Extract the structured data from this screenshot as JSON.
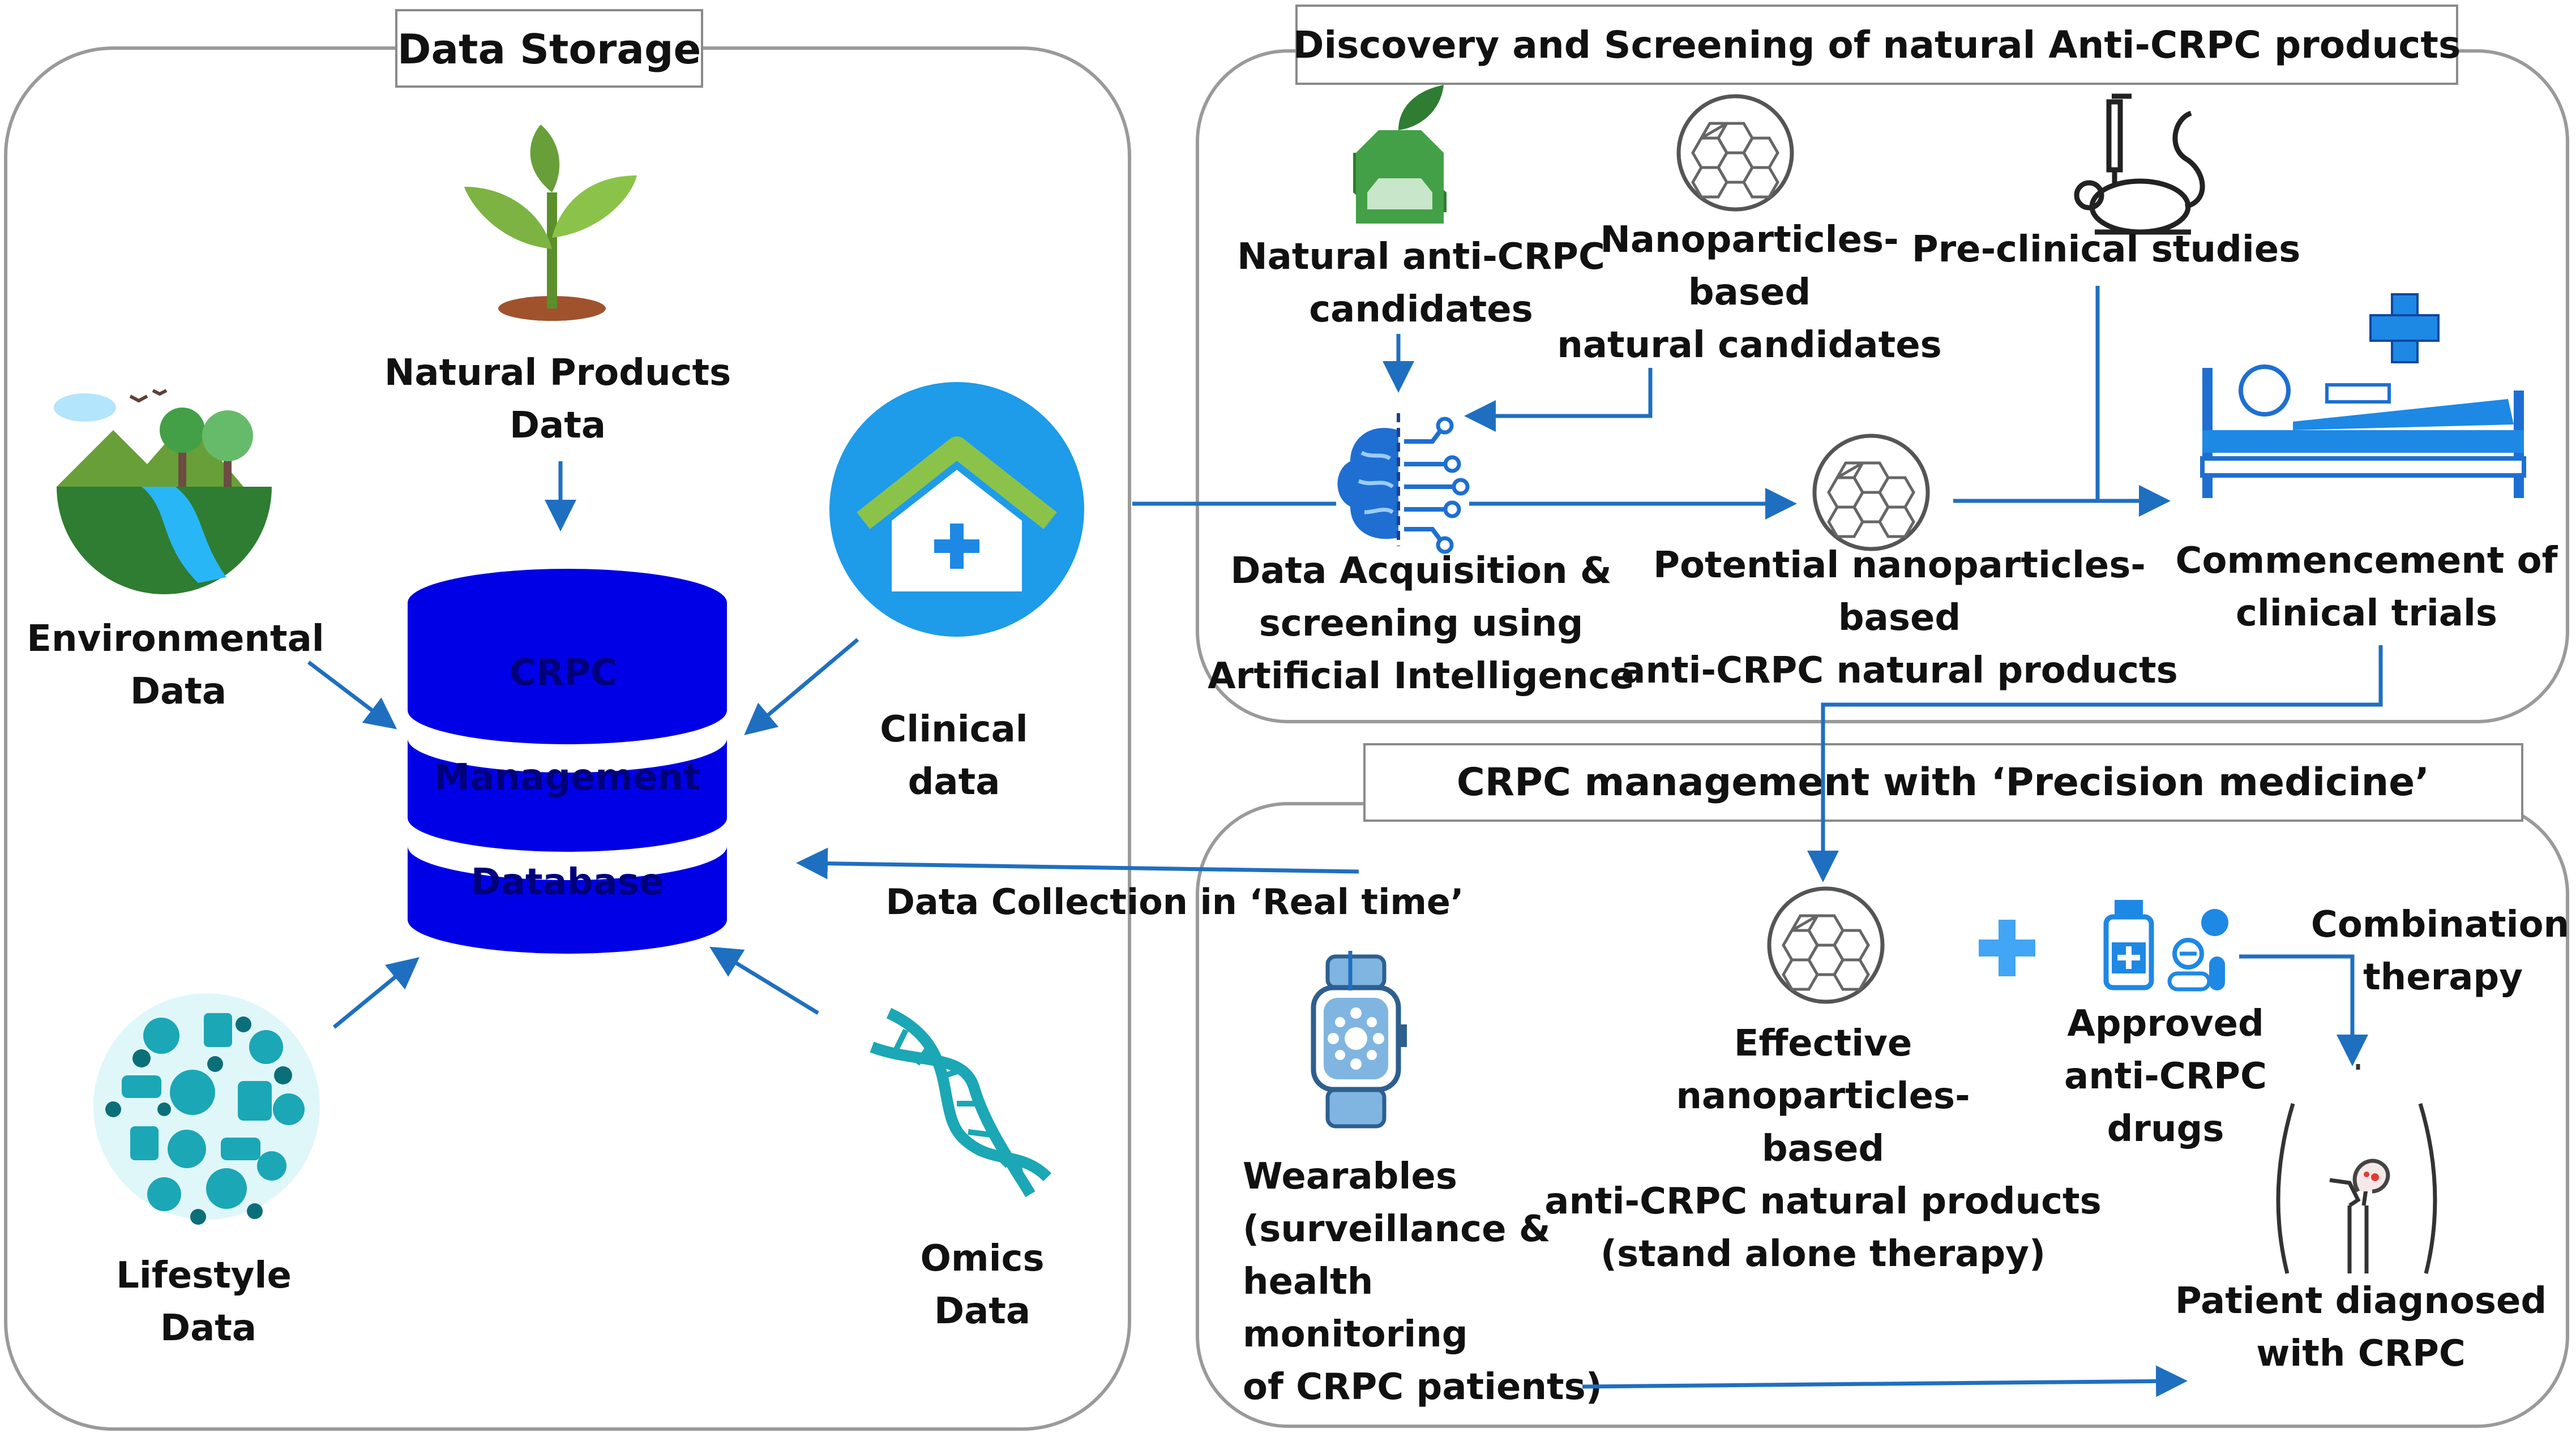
{
  "panels": {
    "storage_title": "Data Storage",
    "discovery_title": "Discovery and Screening of natural Anti-CRPC products",
    "management_title": "CRPC management with ‘Precision medicine’"
  },
  "storage": {
    "natural_products": [
      "Natural Products",
      "Data"
    ],
    "environmental": [
      "Environmental",
      "Data"
    ],
    "clinical": [
      "Clinical",
      "data"
    ],
    "lifestyle": [
      "Lifestyle",
      "Data"
    ],
    "omics": [
      "Omics",
      "Data"
    ],
    "database_layers": [
      "CRPC",
      "Management",
      "Database"
    ],
    "data_collection": "Data Collection in ‘Real time’"
  },
  "discovery": {
    "natural_candidates": [
      "Natural anti-CRPC",
      "candidates"
    ],
    "nano_candidates": [
      "Nanoparticles-",
      "based",
      "natural candidates"
    ],
    "preclinical": "Pre-clinical studies",
    "ai_screening": [
      "Data Acquisition &",
      "screening using",
      "Artificial Intelligence"
    ],
    "potential_products": [
      "Potential nanoparticles-",
      "based",
      "anti-CRPC natural products"
    ],
    "clinical_trials": [
      "Commencement of",
      "clinical trials"
    ]
  },
  "management": {
    "effective_products": [
      "Effective",
      "nanoparticles-",
      "based",
      "anti-CRPC natural products",
      "(stand alone therapy)"
    ],
    "approved_drugs": [
      "Approved",
      "anti-CRPC",
      "drugs"
    ],
    "combination": [
      "Combination",
      "therapy"
    ],
    "wearables": [
      "Wearables",
      "(surveillance &",
      "health",
      "monitoring",
      "of CRPC patients)"
    ],
    "patient": [
      "Patient diagnosed",
      "with CRPC"
    ]
  },
  "colors": {
    "arrow": "#1f6fc0",
    "database": "#0000e6",
    "database_text": "#00007a",
    "panel_border": "#9a9a9a",
    "icon_teal": "#1ba7b5",
    "icon_blue": "#1e88e5",
    "icon_green": "#4caf50",
    "plus_blue": "#1e88e5"
  },
  "icons": [
    "plant-icon",
    "environment-icon",
    "house-medical-icon",
    "lifestyle-icon",
    "dna-icon",
    "flask-leaf-icon",
    "nanoparticle-icon",
    "lab-mouse-icon",
    "brain-ai-icon",
    "hospital-bed-icon",
    "plus-icon",
    "drugs-icon",
    "smartwatch-icon",
    "patient-icon"
  ]
}
